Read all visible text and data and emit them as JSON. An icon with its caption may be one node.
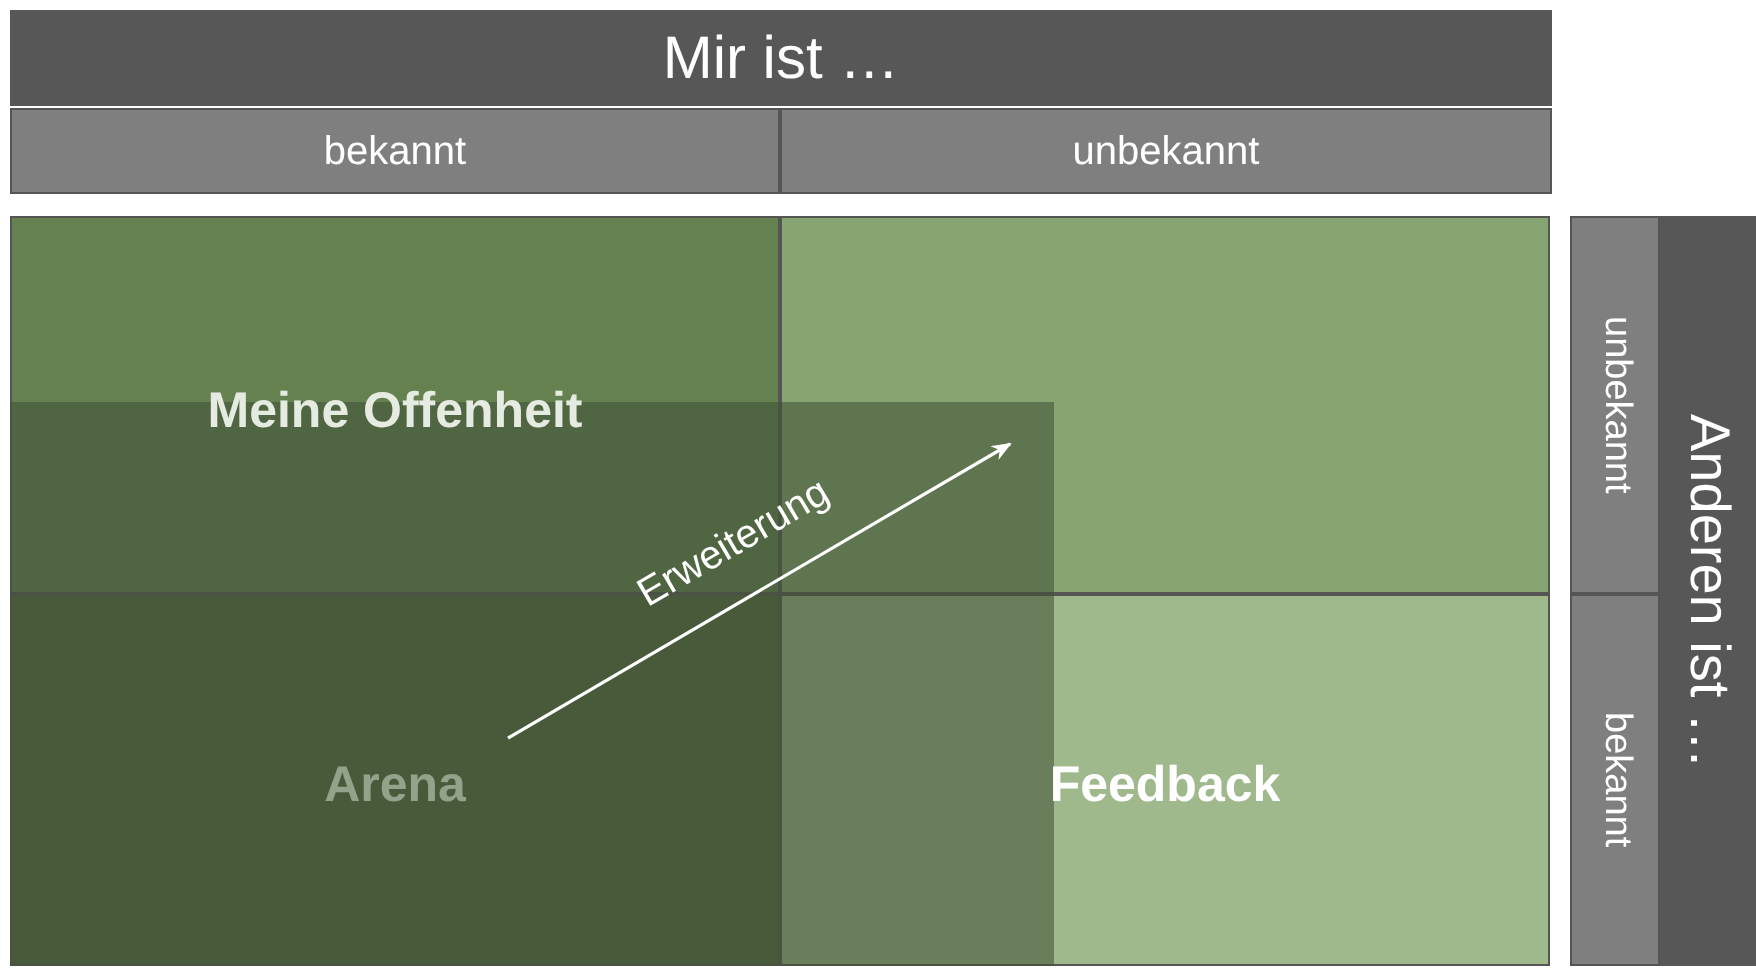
{
  "diagram": {
    "nodes": [
      {
        "text": [
          "Mir ist …"
        ]
      },
      {
        "text": [
          "bekannt"
        ]
      },
      {
        "text": [
          "unbekannt"
        ]
      },
      {
        "text": [
          "Meine Offenheit"
        ]
      },
      {
        "text": [],
        "shape": "box"
      },
      {
        "text": [
          "Arena"
        ]
      },
      {
        "text": [
          "Feedback"
        ]
      },
      {
        "text": [
          "Anderen ist …"
        ]
      },
      {
        "text": [
          "unbekannt"
        ]
      },
      {
        "text": [
          "bekannt"
        ]
      }
    ],
    "edges": [
      {
        "from": 5,
        "to": 4,
        "arrow": "to",
        "label": "Erweiterung"
      }
    ]
  }
}
